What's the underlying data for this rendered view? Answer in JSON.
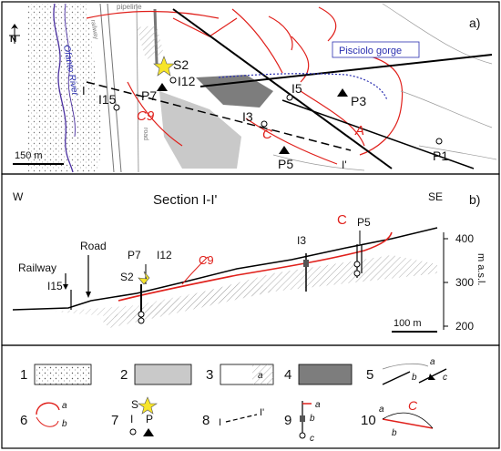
{
  "colors": {
    "scarp": "#e0201b",
    "river": "#4a2fa0",
    "gorge_line": "#2a2fb0",
    "gray_unit": "#c9c9c9",
    "dark_unit": "#7d7d7d",
    "star": "#f7e52a"
  },
  "map": {
    "panel_letter": "a)",
    "north": "N",
    "pipeline": "pipeline",
    "railway": "railway",
    "road": "road",
    "river": "Ofanto River",
    "gorge_callout": "Pisciolo gorge",
    "scale": "150 m",
    "labels": {
      "s2": "S2",
      "i12": "I12",
      "p7": "P7",
      "i15": "I15",
      "i": "I",
      "i5": "I5",
      "p3": "P3",
      "i3": "I3",
      "c9": "C9",
      "c": "C",
      "a": "A",
      "p5": "P5",
      "i_prime": "I'",
      "p1": "P1"
    }
  },
  "section": {
    "panel_letter": "b)",
    "left_dir": "W",
    "right_dir": "SE",
    "title": "Section I-I'",
    "labels": {
      "railway": "Railway",
      "road": "Road",
      "i15": "I15",
      "p7": "P7",
      "i12": "I12",
      "s2": "S2",
      "c9": "C9",
      "i3": "I3",
      "c": "C",
      "p5": "P5"
    },
    "axis_label": "m a.s.l.",
    "ticks": [
      "400",
      "300",
      "200"
    ],
    "scale": "100 m"
  },
  "legend": {
    "items": [
      {
        "num": "1"
      },
      {
        "num": "2"
      },
      {
        "num": "3",
        "sub": "a"
      },
      {
        "num": "4"
      },
      {
        "num": "5",
        "a": "a",
        "b": "b",
        "c": "c"
      },
      {
        "num": "6",
        "a": "a",
        "b": "b"
      },
      {
        "num": "7",
        "s": "S",
        "i": "I",
        "p": "P"
      },
      {
        "num": "8",
        "i": "I",
        "i_prime": "I'"
      },
      {
        "num": "9",
        "a": "a",
        "b": "b",
        "c": "c"
      },
      {
        "num": "10",
        "a": "a",
        "b": "b",
        "c": "C"
      }
    ]
  }
}
